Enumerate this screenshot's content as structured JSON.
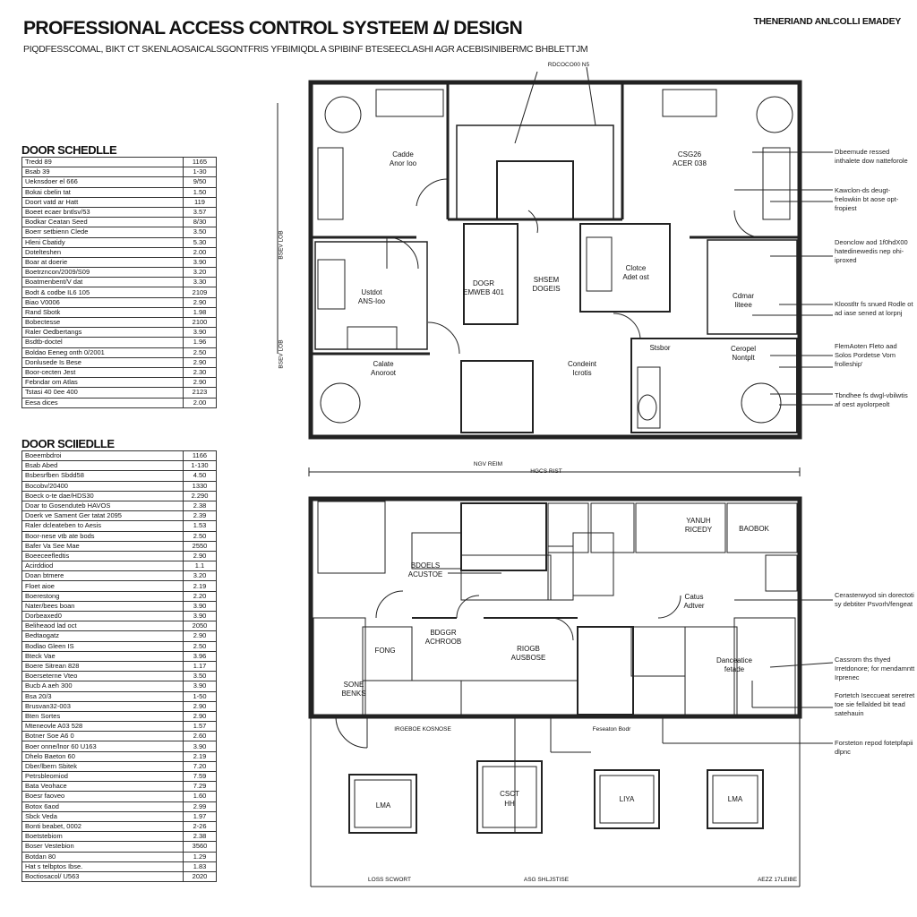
{
  "header": {
    "title": "PROFESSIONAL ACCESS CONTROL SYSTEEM ∆/ DESIGN",
    "subtitle": "PIQDFESSCOMAL, BIKT CT SKENLAOSAICALSGONTFRIS YFBIMIQDL A SPIBINF BTESEECLASHI AGR ACEBISINIBERMC BHBLETTJM",
    "brand": "THENERIAND ANLCOLLI EMADEY"
  },
  "schedule_top": {
    "title": "DOOR SCHEDLLE",
    "rows": [
      [
        "Tredd 89",
        "1165"
      ],
      [
        "Bsab 39",
        "1-30"
      ],
      [
        "Ueknsdoer el 666",
        "9/50"
      ],
      [
        "Bokai cbelin tat",
        "1.50"
      ],
      [
        "Doort vatd ar Hatt",
        "119"
      ],
      [
        "Boeet ecaer bntlsv/53",
        "3.57"
      ],
      [
        "Bodkar Ceatan Seed",
        "8/30"
      ],
      [
        "Boerr setbienn Clede",
        "3.50"
      ],
      [
        "Hleni Cbatidy",
        "5.30"
      ],
      [
        "Dotelteshen",
        "2.00"
      ],
      [
        "Boar at doerie",
        "3.90"
      ],
      [
        "Boetrzncon/2009/S09",
        "3.20"
      ],
      [
        "Boatmenbent/V dat",
        "3.30"
      ],
      [
        "Bodt & codbe IL6 105",
        "2109"
      ],
      [
        "Biao V0006",
        "2.90"
      ],
      [
        "Rand Sbotk",
        "1.98"
      ],
      [
        "Bobectesse",
        "2100"
      ],
      [
        "Raler Oedbertangs",
        "3.90"
      ],
      [
        "Bsdtb-doctel",
        "1.96"
      ],
      [
        "Boldao Eeneg onth 0/2001",
        "2.50"
      ],
      [
        "Donlusede Is Bese",
        "2.90"
      ],
      [
        "Boor-cecten Jest",
        "2.30"
      ],
      [
        "Febndar om Atlas",
        "2.90"
      ],
      [
        "Tstasi 40 0ee 400",
        "2123"
      ],
      [
        "Eesa dices",
        "2.00"
      ]
    ]
  },
  "schedule_bottom": {
    "title": "DOOR SCIIEDLLE",
    "rows": [
      [
        "Boeembdroi",
        "1166"
      ],
      [
        "Bsab Abed",
        "1-130"
      ],
      [
        "Bsbesrfben Sbdd58",
        "4.50"
      ],
      [
        "Bocobv/20400",
        "1330"
      ],
      [
        "Boeck o-te dae/HDS30",
        "2.290"
      ],
      [
        "Doar to Gosenduteb HAVOS",
        "2.38"
      ],
      [
        "Doerk ve Sament Ger tatat 2095",
        "2.39"
      ],
      [
        "Raler dcleateben to Aesis",
        "1.53"
      ],
      [
        "Boor-nese vtb ate bods",
        "2.50"
      ],
      [
        "Bafer Va See Mae",
        "2550"
      ],
      [
        "Boeeceefledtis",
        "2.90"
      ],
      [
        "Acirddiod",
        "1.1"
      ],
      [
        "Doan btmere",
        "3.20"
      ],
      [
        "Floet aioe",
        "2.19"
      ],
      [
        "Boerestong",
        "2.20"
      ],
      [
        "Nater/bees boan",
        "3.90"
      ],
      [
        "Dorbeaxed0",
        "3.90"
      ],
      [
        "Beliheaod lad oct",
        "2050"
      ],
      [
        "Bedtaogatz",
        "2.90"
      ],
      [
        "Bodlao Gleen IS",
        "2.50"
      ],
      [
        "Bteck Vae",
        "3.96"
      ],
      [
        "Boere Sitrean 828",
        "1.17"
      ],
      [
        "Boerseterne Vteo",
        "3.50"
      ],
      [
        "Bucb A aeh 300",
        "3.90"
      ],
      [
        "Bsa 20/3",
        "1-50"
      ],
      [
        "Brusvan32-003",
        "2.90"
      ],
      [
        "Bten Sortes",
        "2.90"
      ],
      [
        "Mteneovle A03 528",
        "1.57"
      ],
      [
        "Botner Soe A6 0",
        "2.60"
      ],
      [
        "Boer onne/lnor 60 U163",
        "3.90"
      ],
      [
        "Dhelo Baeton 60",
        "2.19"
      ],
      [
        "Dber/lbern Sbitek",
        "7.20"
      ],
      [
        "Petrsbleomiod",
        "7.59"
      ],
      [
        "Bata Veohace",
        "7.29"
      ],
      [
        "Boesr faoveo",
        "1.60"
      ],
      [
        "Botox 6aod",
        "2.99"
      ],
      [
        "Sbck Veda",
        "1.97"
      ],
      [
        "Bonti beabet, 0002",
        "2-26"
      ],
      [
        "Boetstebiom",
        "2.38"
      ],
      [
        "Boser Vestebion",
        "3560"
      ],
      [
        "Botdan 80",
        "1.29"
      ],
      [
        "Hat s telbptos Ibse.",
        "1.83"
      ],
      [
        "Boctiosacol/ U563",
        "2020"
      ]
    ]
  },
  "plan_upper": {
    "rooms": [
      {
        "name": "Cadde",
        "sub": "Anor Ioo"
      },
      {
        "name": "CSG26",
        "sub": "ACER 038"
      },
      {
        "name": "Ustdot",
        "sub": "ANS-Ioo"
      },
      {
        "name": "SHSEM",
        "sub": "DOGEIS"
      },
      {
        "name": "DOGR",
        "sub": "EMWEB 401"
      },
      {
        "name": "Clotce",
        "sub": "Adet ost"
      },
      {
        "name": "Cdmar",
        "sub": "Iiteee"
      },
      {
        "name": "Calate",
        "sub": "Anoroot"
      },
      {
        "name": "Condeint",
        "sub": "Icrotis"
      },
      {
        "name": "Stsbor",
        "sub": ""
      },
      {
        "name": "Ceropel",
        "sub": "Nontplt"
      }
    ],
    "top_tag": "RDCOCO00 N5",
    "side_dim_1": "BSEV LOB",
    "side_dim_2": "BSEV LOB",
    "dim_a": "NGV REIM",
    "dim_b": "HGCS RIST"
  },
  "plan_lower": {
    "rooms": [
      {
        "name": "YANUH",
        "sub": "RICEDY"
      },
      {
        "name": "BAOBOK",
        "sub": ""
      },
      {
        "name": "BDOELS",
        "sub": "ACUSTOE"
      },
      {
        "name": "Catus",
        "sub": "Adtver"
      },
      {
        "name": "BDGGR",
        "sub": "ACHROOB"
      },
      {
        "name": "RIOGB",
        "sub": "AUSBOSE"
      },
      {
        "name": "FONG",
        "sub": ""
      },
      {
        "name": "SONE",
        "sub": "BENKS"
      },
      {
        "name": "Danceatice",
        "sub": "fetade"
      }
    ],
    "court_label_1": "IRGEBOE KOSNOSE",
    "court_label_2": "Feseaton Bodr",
    "boxes": [
      "LMA",
      "CSCT",
      "LIYA",
      "LMA"
    ],
    "box_sub": "HH",
    "bottom_labels": [
      "LOSS SCWORT",
      "ASG SHLJSTISE",
      "AEZZ 17LEIBE"
    ]
  },
  "notes_upper": [
    "Dbeemude ressed inthalete dow natteforole",
    "Kawclon-ds deugt-frelowkin bt aose opt-fropiest",
    "Deonclow aod 1f0hdX00 hatedinewedis nep ohi-iproxed",
    "Kloostltr fs snued Rodle ot ad iase sened at lorpnj",
    "FlemAoten Fleto aad Solos Pordetse Vom frolleship'",
    "Tbndhee fs dwgl-vbilwtis af oest ayolorpeolt"
  ],
  "notes_lower": [
    "Cerasterwyod sin dorectoti sy debtiter Psvorh/fengeat",
    "Cassrom ths thyed Irretdonore; for mendamntt Irprenec",
    "Fortetch Iseccueat seretret toe sie fellalded bit tead satehauin",
    "Forsteton repod fotetpfapii dlpnc"
  ]
}
